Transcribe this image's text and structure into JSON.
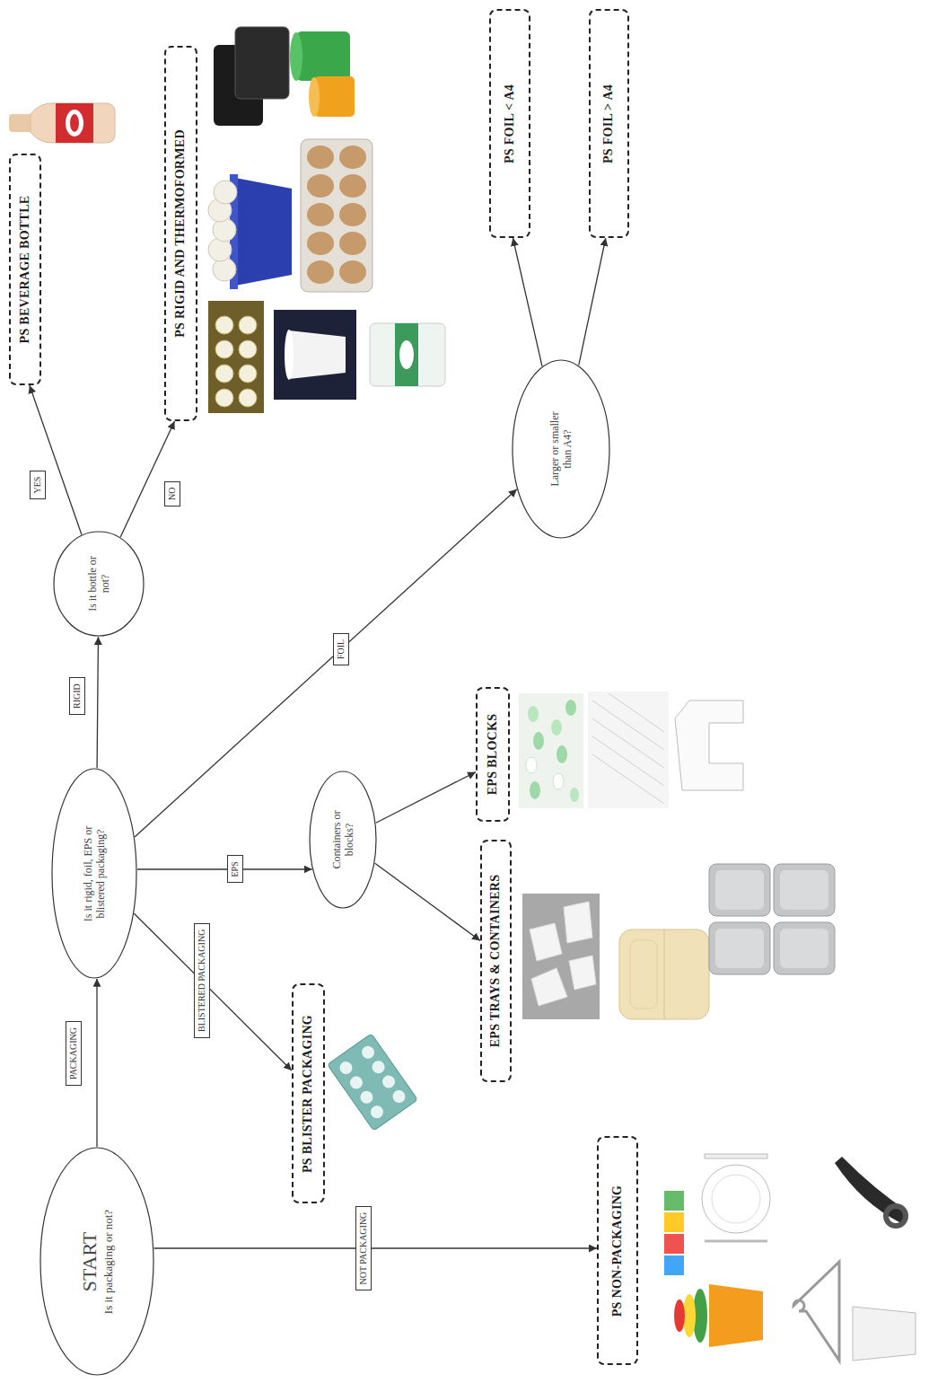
{
  "diagram": {
    "nodes": [
      {
        "text": [
          "START",
          "Is it packaging or not?"
        ]
      },
      {
        "text": [
          "Is it rigid, foil, EPS or blistered packaging?"
        ]
      },
      {
        "text": [
          "Is it bottle or not?"
        ]
      },
      {
        "text": [
          "PS BEVERAGE BOTTLE"
        ]
      },
      {
        "text": [
          "PS RIGID AND THERMOFORMED"
        ]
      },
      {
        "text": [
          "Larger or smaller than A4?"
        ]
      },
      {
        "text": [
          "PS FOIL < A4"
        ]
      },
      {
        "text": [
          "PS FOIL > A4"
        ]
      },
      {
        "text": [
          "Containers or blocks?"
        ]
      },
      {
        "text": [
          "EPS BLOCKS"
        ]
      },
      {
        "text": [
          "EPS TRAYS & CONTAINERS"
        ]
      },
      {
        "text": [
          "PS BLISTER PACKAGING"
        ]
      },
      {
        "text": [
          "PS NON-PACKAGING"
        ]
      }
    ],
    "edges": [
      {
        "from": 0,
        "to": 1,
        "label": "PACKAGING",
        "arrow": "to"
      },
      {
        "from": 1,
        "to": 2,
        "label": "RIGID",
        "arrow": "to"
      },
      {
        "from": 2,
        "to": 3,
        "label": "YES",
        "arrow": "to"
      },
      {
        "from": 2,
        "to": 4,
        "label": "NO",
        "arrow": "to"
      },
      {
        "from": 1,
        "to": 5,
        "label": "FOIL",
        "arrow": "to"
      },
      {
        "from": 5,
        "to": 6,
        "arrow": "to"
      },
      {
        "from": 5,
        "to": 7,
        "arrow": "to"
      },
      {
        "from": 1,
        "to": 8,
        "label": "EPS",
        "arrow": "to"
      },
      {
        "from": 8,
        "to": 10,
        "arrow": "to"
      },
      {
        "from": 8,
        "to": 9,
        "arrow": "to"
      },
      {
        "from": 1,
        "to": 11,
        "label": "BLISTERED PACKAGING",
        "arrow": "to"
      },
      {
        "from": 0,
        "to": 12,
        "label": "NOT PACKAGING",
        "arrow": "to"
      }
    ]
  }
}
